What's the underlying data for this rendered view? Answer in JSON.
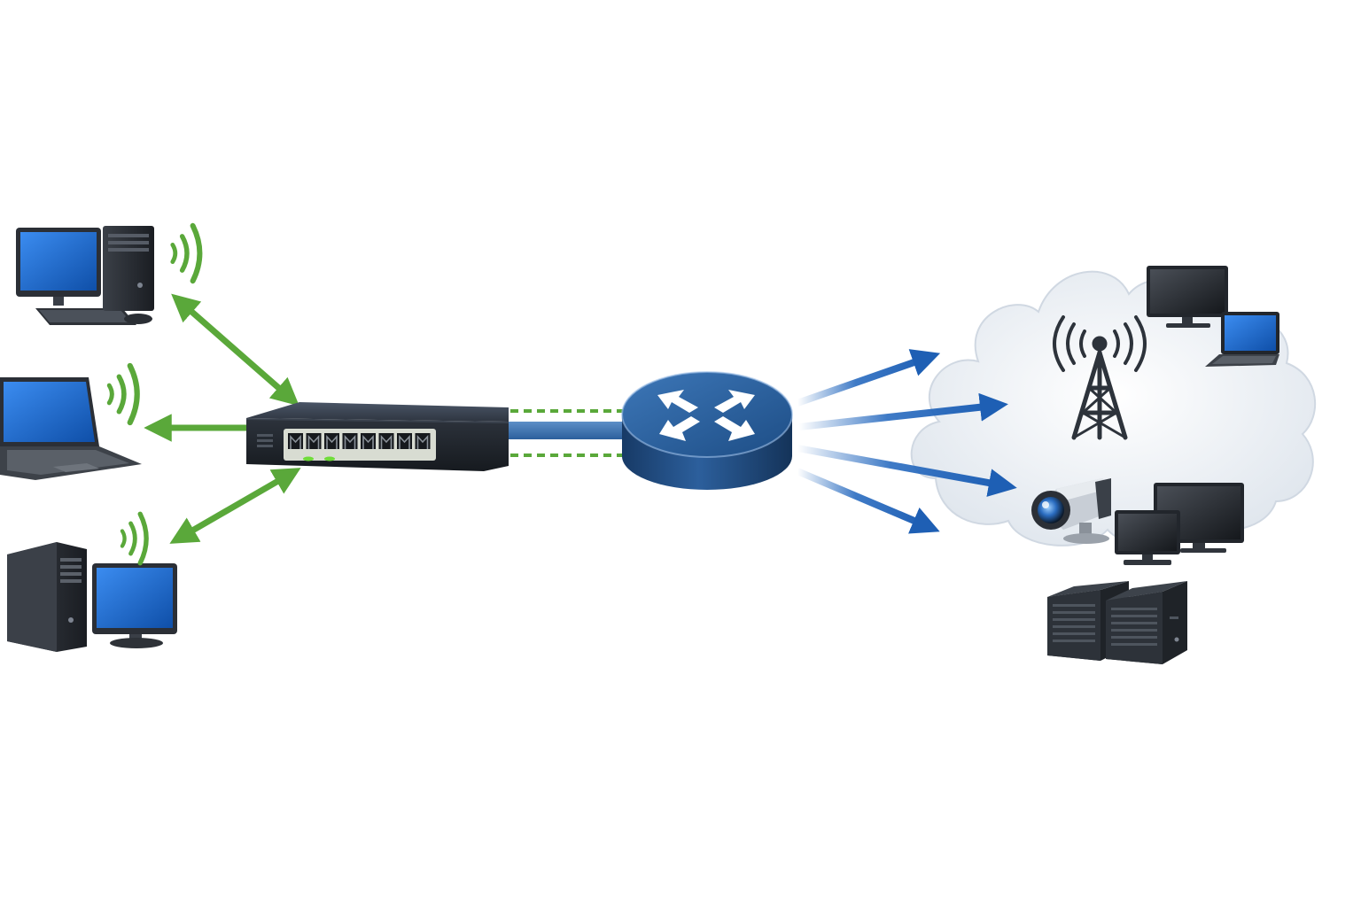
{
  "diagram": {
    "type": "network-topology",
    "title": "",
    "colors": {
      "background": "#ffffff",
      "wireless_link": "#5aa83a",
      "cloud_link": "#2a6cc0",
      "monitor_screen": "#1f6fd6",
      "device_body": "#2b2f36",
      "router_body": "#1f4d86",
      "cloud_fill": "#eef2f6"
    },
    "nodes": [
      {
        "id": "desktop-pc-top",
        "icon": "desktop-computer-icon"
      },
      {
        "id": "laptop-middle",
        "icon": "laptop-icon"
      },
      {
        "id": "desktop-pc-bottom",
        "icon": "desktop-computer-icon"
      },
      {
        "id": "network-switch",
        "icon": "network-switch-icon",
        "ports": 8
      },
      {
        "id": "router",
        "icon": "router-icon"
      },
      {
        "id": "cloud",
        "icon": "cloud-icon"
      },
      {
        "id": "cell-tower",
        "icon": "cell-tower-icon"
      },
      {
        "id": "monitor-cloud-top",
        "icon": "monitor-icon"
      },
      {
        "id": "laptop-cloud",
        "icon": "laptop-icon"
      },
      {
        "id": "security-camera",
        "icon": "security-camera-icon"
      },
      {
        "id": "monitors-pair",
        "icon": "monitor-icon"
      },
      {
        "id": "servers",
        "icon": "server-rack-icon"
      }
    ],
    "edges": [
      {
        "from": "desktop-pc-top",
        "to": "network-switch",
        "style": "wireless",
        "direction": "both"
      },
      {
        "from": "network-switch",
        "to": "laptop-middle",
        "style": "wireless",
        "direction": "one-way"
      },
      {
        "from": "desktop-pc-bottom",
        "to": "network-switch",
        "style": "wireless",
        "direction": "both"
      },
      {
        "from": "network-switch",
        "to": "router",
        "style": "wired-trunk",
        "direction": "both"
      },
      {
        "from": "router",
        "to": "cloud",
        "style": "fan-out",
        "count": 4,
        "direction": "one-way"
      }
    ]
  }
}
